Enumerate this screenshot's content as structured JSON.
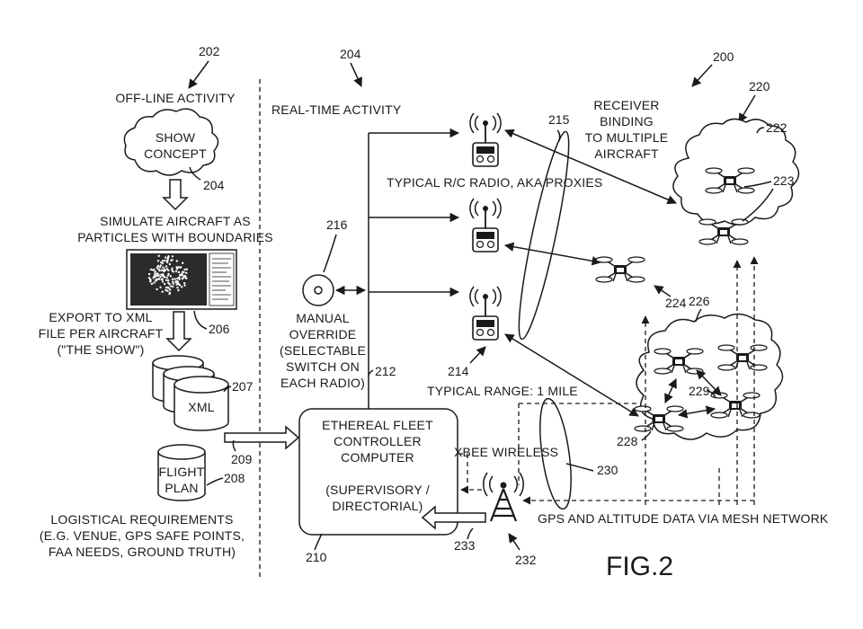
{
  "figure": {
    "caption": "FIG.2",
    "system_ref": "200"
  },
  "offline": {
    "ref": "202",
    "title": "OFF-LINE ACTIVITY",
    "show_concept": {
      "lines": [
        "SHOW",
        "CONCEPT"
      ],
      "ref": "204"
    },
    "simulate": {
      "lines": [
        "SIMULATE AIRCRAFT AS",
        "PARTICLES WITH BOUNDARIES"
      ],
      "ref": "206"
    },
    "export": {
      "lines": [
        "EXPORT TO XML",
        "FILE PER AIRCRAFT",
        "(\"THE SHOW\")"
      ]
    },
    "xml_db": {
      "label": "XML",
      "ref": "207"
    },
    "flight_plan": {
      "lines": [
        "FLIGHT",
        "PLAN"
      ],
      "ref": "208"
    },
    "logistics": {
      "lines": [
        "LOGISTICAL REQUIREMENTS",
        "(E.G. VENUE, GPS SAFE POINTS,",
        "FAA NEEDS, GROUND TRUTH)"
      ]
    },
    "transfer_ref": "209"
  },
  "realtime": {
    "ref": "204",
    "title": "REAL-TIME ACTIVITY",
    "controller": {
      "lines": [
        "ETHEREAL FLEET",
        "CONTROLLER",
        "COMPUTER",
        "",
        "(SUPERVISORY /",
        "DIRECTORIAL)"
      ],
      "ref": "210"
    },
    "bus_ref": "212",
    "manual_override": {
      "lines": [
        "MANUAL",
        "OVERRIDE",
        "(SELECTABLE",
        "SWITCH ON",
        "EACH RADIO)"
      ],
      "ref": "216"
    },
    "radios": {
      "label": "TYPICAL R/C RADIO, AKA PROXIES",
      "ref": "214",
      "group_ref": "215"
    },
    "receiver_binding": {
      "lines": [
        "RECEIVER",
        "BINDING",
        "TO MULTIPLE",
        "AIRCRAFT"
      ]
    },
    "range": {
      "label": "TYPICAL RANGE: 1 MILE"
    },
    "xbee": {
      "label": "XBEE WIRELESS",
      "ref": "230"
    },
    "gps": {
      "label": "GPS AND ALTITUDE DATA VIA MESH NETWORK"
    },
    "tower_ref": "232",
    "link_ref": "233",
    "fleet_ref": "220",
    "cloud_top_ref": "222",
    "drone_pair_ref": "223",
    "solo_drone_ref": "224",
    "cloud_bottom_ref": "226",
    "drone_a_ref": "228",
    "drone_b_ref": "229"
  }
}
